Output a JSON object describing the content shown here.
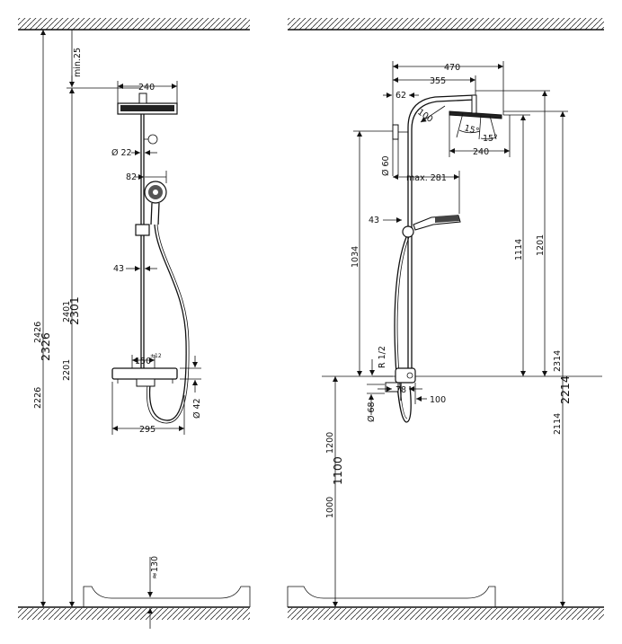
{
  "left_view": {
    "dims": {
      "min_25": "min.25",
      "w_240": "240",
      "d_22": "Ø 22",
      "w_82": "82",
      "w_43": "43",
      "h_2426": "2426",
      "h_2326": "2326",
      "h_2226": "2226",
      "h_2401": "2401",
      "h_2301": "2301",
      "h_2201": "2201",
      "w_150": "150",
      "w_150_sup": "±12",
      "d_42": "Ø 42",
      "w_295": "295",
      "h_130": "≈130"
    }
  },
  "right_view": {
    "dims": {
      "w_470": "470",
      "w_355": "355",
      "w_62": "62",
      "r_100": "100",
      "a_15a": "15°",
      "a_15b": "15°",
      "w_240": "240",
      "d_60": "Ø 60",
      "max_281": "max. 281",
      "w_43": "43",
      "h_1034": "1034",
      "h_1114": "1114",
      "h_1201": "1201",
      "h_2314": "2314",
      "h_2214": "2214",
      "h_2114": "2114",
      "r_12": "R 1/2",
      "d_68": "Ø 68",
      "w_78": "78",
      "w_100": "100",
      "h_1200": "1200",
      "h_1100": "1100",
      "h_1000": "1000"
    }
  }
}
